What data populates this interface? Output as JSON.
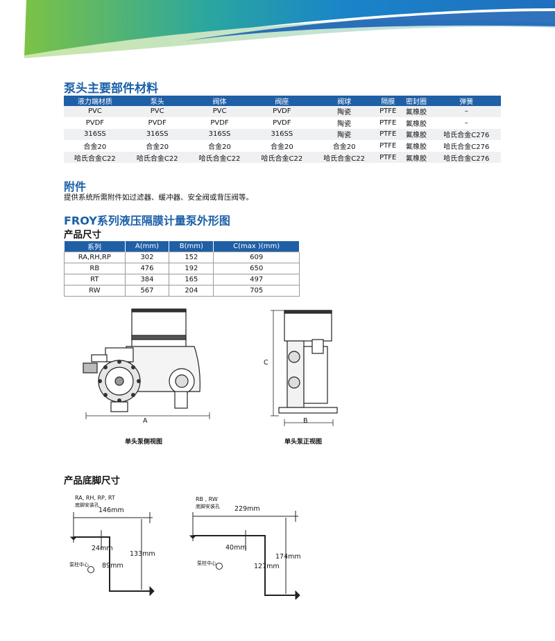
{
  "sections": {
    "materials_title": "泵头主要部件材料",
    "accessories_title": "附件",
    "accessories_text": "提供系统所需附件如过滤器、缓冲器、安全阀或背压阀等。",
    "outline_title": "FROY系列液压隔膜计量泵外形图",
    "size_title": "产品尺寸",
    "foot_title": "产品底脚尺寸"
  },
  "materials_table": {
    "headers": [
      "液力端材质",
      "泵头",
      "阀体",
      "阀座",
      "阀球",
      "隔膜",
      "密封圈",
      "弹簧"
    ],
    "rows": [
      [
        "PVC",
        "PVC",
        "PVC",
        "PVDF",
        "陶瓷",
        "PTFE",
        "氟橡胶",
        "–"
      ],
      [
        "PVDF",
        "PVDF",
        "PVDF",
        "PVDF",
        "陶瓷",
        "PTFE",
        "氟橡胶",
        "–"
      ],
      [
        "316SS",
        "316SS",
        "316SS",
        "316SS",
        "陶瓷",
        "PTFE",
        "氟橡胶",
        "哈氏合金C276"
      ],
      [
        "合金20",
        "合金20",
        "合金20",
        "合金20",
        "合金20",
        "PTFE",
        "氟橡胶",
        "哈氏合金C276"
      ],
      [
        "哈氏合金C22",
        "哈氏合金C22",
        "哈氏合金C22",
        "哈氏合金C22",
        "哈氏合金C22",
        "PTFE",
        "氟橡胶",
        "哈氏合金C276"
      ]
    ]
  },
  "size_table": {
    "headers": [
      "系列",
      "A(mm)",
      "B(mm)",
      "C(max )(mm)"
    ],
    "rows": [
      [
        "RA,RH,RP",
        "302",
        "152",
        "609"
      ],
      [
        "RB",
        "476",
        "192",
        "650"
      ],
      [
        "RT",
        "384",
        "165",
        "497"
      ],
      [
        "RW",
        "567",
        "204",
        "705"
      ]
    ]
  },
  "drawings": {
    "side_caption": "单头泵侧视图",
    "front_caption": "单头泵正视图",
    "label_a": "A",
    "label_b": "B",
    "label_c": "C"
  },
  "foot1": {
    "series": "RA, RH, RP, RT",
    "sub": "底脚安装孔",
    "d1": "146mm",
    "d2": "24mm",
    "d3": "133mm",
    "d4": "89mm",
    "center": "泵柱中心"
  },
  "foot2": {
    "series": "RB , RW",
    "sub": "底脚安装孔",
    "d1": "229mm",
    "d2": "40mm",
    "d3": "127mm",
    "d4": "174mm",
    "center": "泵柱中心"
  },
  "colors": {
    "header_blue": "#1f5fa6",
    "title_blue": "#1b5fa8",
    "banner_green": "#8cc63f",
    "banner_blue": "#1976c8"
  }
}
